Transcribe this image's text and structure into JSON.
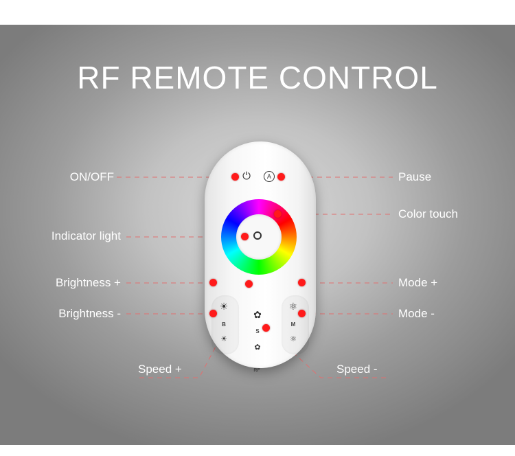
{
  "title": "RF REMOTE CONTROL",
  "labels": {
    "on_off": "ON/OFF",
    "pause": "Pause",
    "color_touch": "Color touch",
    "indicator_light": "Indicator light",
    "brightness_plus": "Brightness +",
    "mode_plus": "Mode +",
    "brightness_minus": "Brightness -",
    "mode_minus": "Mode -",
    "speed_plus": "Speed +",
    "speed_minus": "Speed -"
  },
  "remote": {
    "brand": "RF",
    "b_letter": "B",
    "s_letter": "S",
    "m_letter": "M",
    "power_glyph": "⏻",
    "pause_glyph": "A",
    "sun_glyph": "☀",
    "mode_glyph": "⚛",
    "speed_glyph": "✿"
  },
  "colors": {
    "marker": "#ff1a1a",
    "leader": "#e07070",
    "label_text": "#ffffff"
  }
}
